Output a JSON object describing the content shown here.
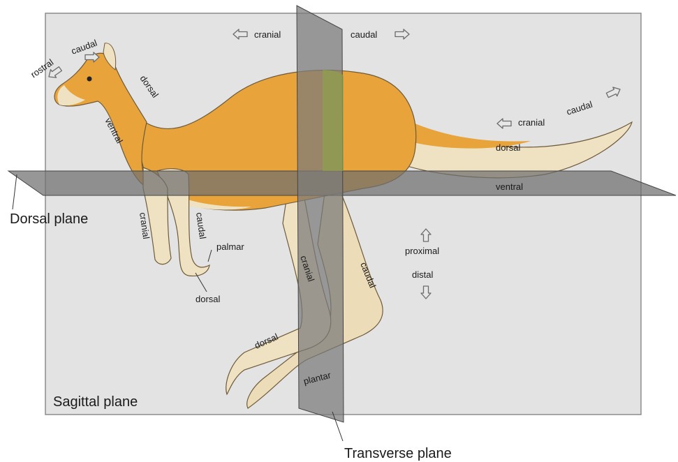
{
  "diagram": {
    "plane_labels": {
      "dorsal_plane": "Dorsal plane",
      "sagittal_plane": "Sagittal plane",
      "transverse_plane": "Transverse plane"
    },
    "direction_labels": {
      "head_rostral": "rostral",
      "head_caudal": "caudal",
      "neck_dorsal": "dorsal",
      "neck_ventral": "ventral",
      "top_cranial": "cranial",
      "top_caudal": "caudal",
      "tail_cranial": "cranial",
      "tail_caudal": "caudal",
      "tail_dorsal": "dorsal",
      "tail_ventral": "ventral",
      "foreleg_cranial": "cranial",
      "foreleg_caudal": "caudal",
      "forepaw_palmar": "palmar",
      "forepaw_dorsal": "dorsal",
      "proximal": "proximal",
      "distal": "distal",
      "hindleg_cranial": "cranial",
      "hindleg_caudal": "caudal",
      "hindfoot_dorsal": "dorsal",
      "hindfoot_plantar": "plantar"
    },
    "colors": {
      "sagittal_plane": "#e3e3e3",
      "dorsal_plane": "#7d7d7d",
      "transverse_plane": "#8a8a8a",
      "body": "#e8a33a",
      "underside": "#efe4c8",
      "arrow_fill": "#e6e6e6",
      "arrow_stroke": "#6b6b6b"
    }
  }
}
